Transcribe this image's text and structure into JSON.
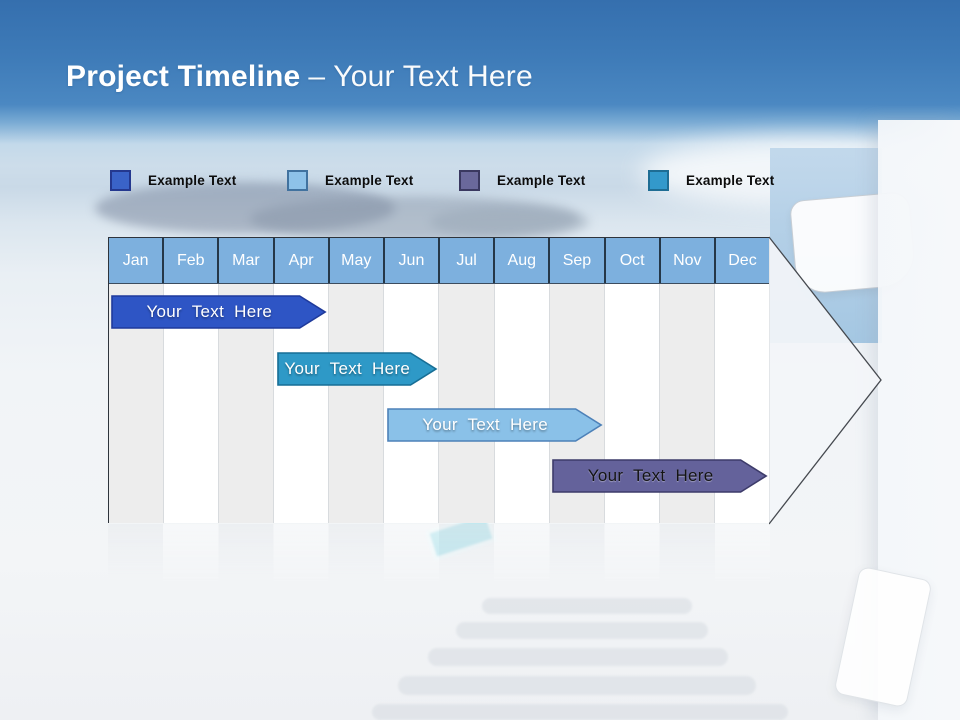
{
  "title": {
    "emphasis": "Project Timeline",
    "subtitle": "– Your Text Here"
  },
  "legend": {
    "items": [
      {
        "label": "Example Text",
        "swatch_color": "#3a63c8",
        "swatch_border": "#24388f"
      },
      {
        "label": "Example Text",
        "swatch_color": "#8ec2e9",
        "swatch_border": "#41729f"
      },
      {
        "label": "Example Text",
        "swatch_color": "#6a689b",
        "swatch_border": "#3a3860"
      },
      {
        "label": "Example Text",
        "swatch_color": "#3399cb",
        "swatch_border": "#1e6d94"
      }
    ]
  },
  "timeline": {
    "months": [
      "Jan",
      "Feb",
      "Mar",
      "Apr",
      "May",
      "Jun",
      "Jul",
      "Aug",
      "Sep",
      "Oct",
      "Nov",
      "Dec"
    ],
    "colors": {
      "header_fill": "#7db0de",
      "header_text": "#ffffff",
      "header_divider": "#253748",
      "grid_stripe": "#ededed",
      "grid_alt": "#ffffff",
      "table_border": "#2e343c",
      "arrow_fill": "#f3f5f8",
      "arrow_outline": "#45494f"
    },
    "bars": [
      {
        "label": "Your Text Here",
        "start_month": "Jan",
        "end_month": "Apr",
        "fill": "#2e55c5",
        "border": "#1f3a9b",
        "text_color": "#ffffff"
      },
      {
        "label": "Your Text Here",
        "start_month": "Apr",
        "end_month": "Jun",
        "fill": "#2e99c7",
        "border": "#176e95",
        "text_color": "#ffffff"
      },
      {
        "label": "Your Text Here",
        "start_month": "Jun",
        "end_month": "Sep",
        "fill": "#8ac1e8",
        "border": "#4d81b8",
        "text_color": "#ffffff"
      },
      {
        "label": "Your Text Here",
        "start_month": "Sep",
        "end_month": "Dec",
        "fill": "#64629b",
        "border": "#3d3b6a",
        "text_color": "#141414"
      }
    ]
  },
  "chart_data": {
    "type": "bar",
    "title": "Project Timeline – Your Text Here",
    "categories": [
      "Jan",
      "Feb",
      "Mar",
      "Apr",
      "May",
      "Jun",
      "Jul",
      "Aug",
      "Sep",
      "Oct",
      "Nov",
      "Dec"
    ],
    "series": [
      {
        "name": "Your Text Here",
        "start": "Jan",
        "end": "Apr",
        "color": "#2e55c5"
      },
      {
        "name": "Your Text Here",
        "start": "Apr",
        "end": "Jun",
        "color": "#2e99c7"
      },
      {
        "name": "Your Text Here",
        "start": "Jun",
        "end": "Sep",
        "color": "#8ac1e8"
      },
      {
        "name": "Your Text Here",
        "start": "Sep",
        "end": "Dec",
        "color": "#64629b"
      }
    ],
    "legend_position": "top"
  }
}
